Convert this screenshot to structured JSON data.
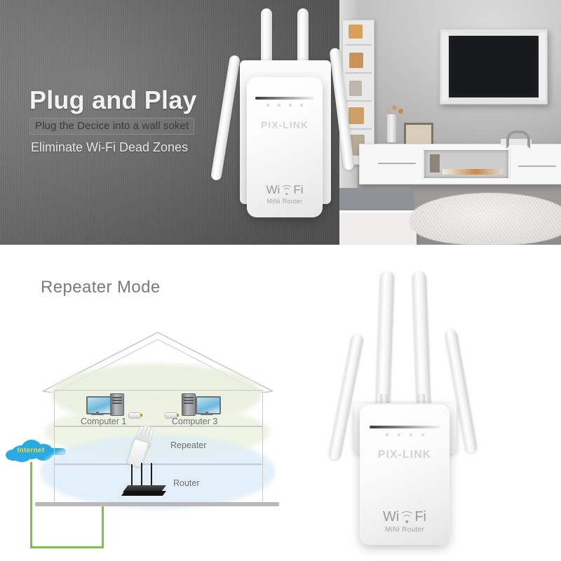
{
  "banner": {
    "headline": "Plug and Play",
    "subline": "Plug the Decice into a wall soket",
    "tagline": "Eliminate Wi-Fi Dead Zones",
    "background_color": "#6e6e6e",
    "headline_color": "#f2f2f2",
    "subline_color": "#3a3a3a",
    "tagline_color": "#e6e6e6"
  },
  "room_photo": {
    "alt_name": "living-room-photo",
    "wall_color": "#c6c6c6",
    "floor_color": "#9e9c99",
    "tv_screen_color": "#17181a",
    "console_color": "#f7f7f7",
    "rug_color": "#eceae6"
  },
  "device_top": {
    "brand": "PIX-LINK",
    "wifi_label_left": "Wi",
    "wifi_label_right": "Fi",
    "model_label": "MiNi Router",
    "antenna_count": 4,
    "body_color": "#fbfbfb",
    "brand_color": "#d3d3d3"
  },
  "device_bottom": {
    "brand": "PIX-LINK",
    "wifi_label_left": "Wi",
    "wifi_label_right": "Fi",
    "model_label": "MiNi Router",
    "antenna_count": 4,
    "body_color": "#fbfbfb",
    "brand_color": "#d3d3d3"
  },
  "diagram": {
    "title": "Repeater Mode",
    "title_color": "#7a7a7a",
    "internet_label": "Internet",
    "internet_cloud_color": "#29aae2",
    "internet_text_color": "#f5d73c",
    "cable_color": "#7dc242",
    "house_outline_color": "#c9c9c9",
    "floors": [
      {
        "name": "attic-floor",
        "signal_color": "#e8efdc",
        "devices": [
          {
            "type": "computer",
            "label": "Computer 1"
          },
          {
            "type": "computer",
            "label": "Computer 3"
          }
        ]
      },
      {
        "name": "middle-floor",
        "signal_color": "#eef3e3",
        "devices": [
          {
            "type": "repeater",
            "label": "Repeater"
          }
        ]
      },
      {
        "name": "ground-floor",
        "signal_color": "#dcecf7",
        "devices": [
          {
            "type": "router",
            "label": "Router"
          }
        ]
      }
    ]
  }
}
